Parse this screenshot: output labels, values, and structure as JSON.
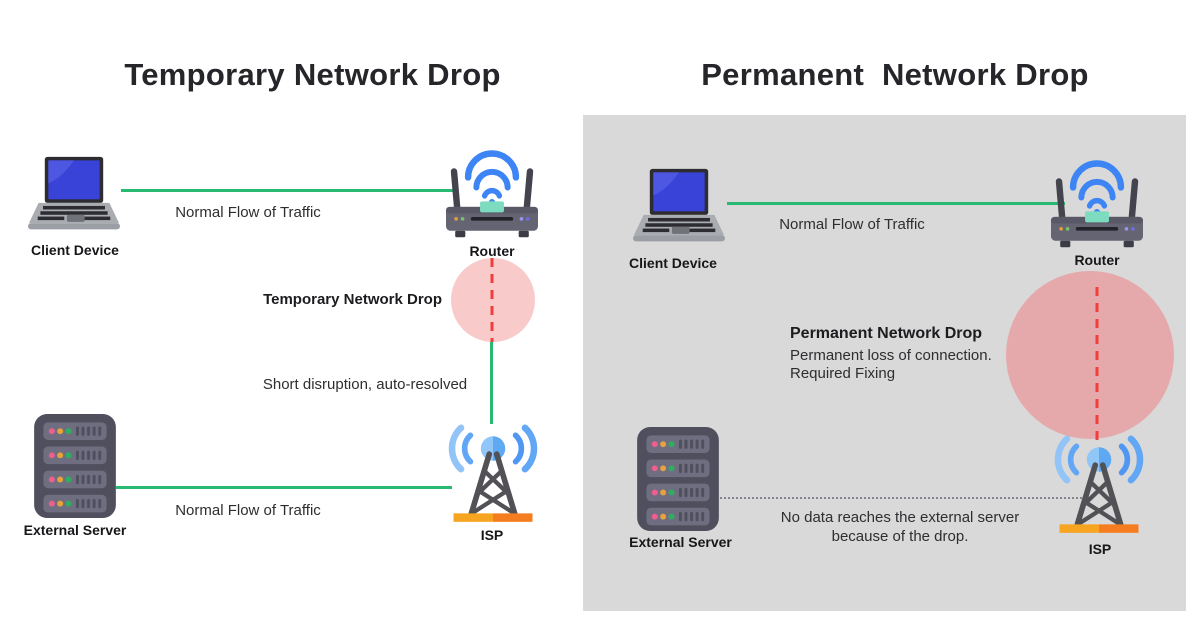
{
  "left": {
    "title": "Temporary Network Drop",
    "client_device_label": "Client Device",
    "router_label": "Router",
    "external_server_label": "External Server",
    "isp_label": "ISP",
    "flow_top_label": "Normal Flow of Traffic",
    "flow_bottom_label": "Normal Flow of Traffic",
    "drop_label": "Temporary Network Drop",
    "note_label": "Short disruption, auto-resolved"
  },
  "right": {
    "title": "Permanent  Network Drop",
    "client_device_label": "Client Device",
    "router_label": "Router",
    "external_server_label": "External Server",
    "isp_label": "ISP",
    "flow_top_label": "Normal Flow of Traffic",
    "drop_title": "Permanent Network Drop",
    "drop_desc_1": "Permanent loss of connection.",
    "drop_desc_2": "Required Fixing",
    "no_data_1": "No data reaches the external server",
    "no_data_2": "because of the drop."
  },
  "colors": {
    "flow_line_green": "#28b973",
    "drop_dash_red": "#f03d3d",
    "temp_drop_circle": "#f9caca",
    "perm_drop_circle": "#e5a5a7",
    "panel_gray": "#d9d9d9",
    "dotted_line_gray": "#84848e",
    "isp_base_orange": "#f7a421",
    "wifi_blue": "#3d85f5"
  },
  "icons": {
    "laptop": "laptop-icon",
    "router": "wifi-router-icon",
    "server": "server-rack-icon",
    "isp": "radio-tower-icon"
  }
}
